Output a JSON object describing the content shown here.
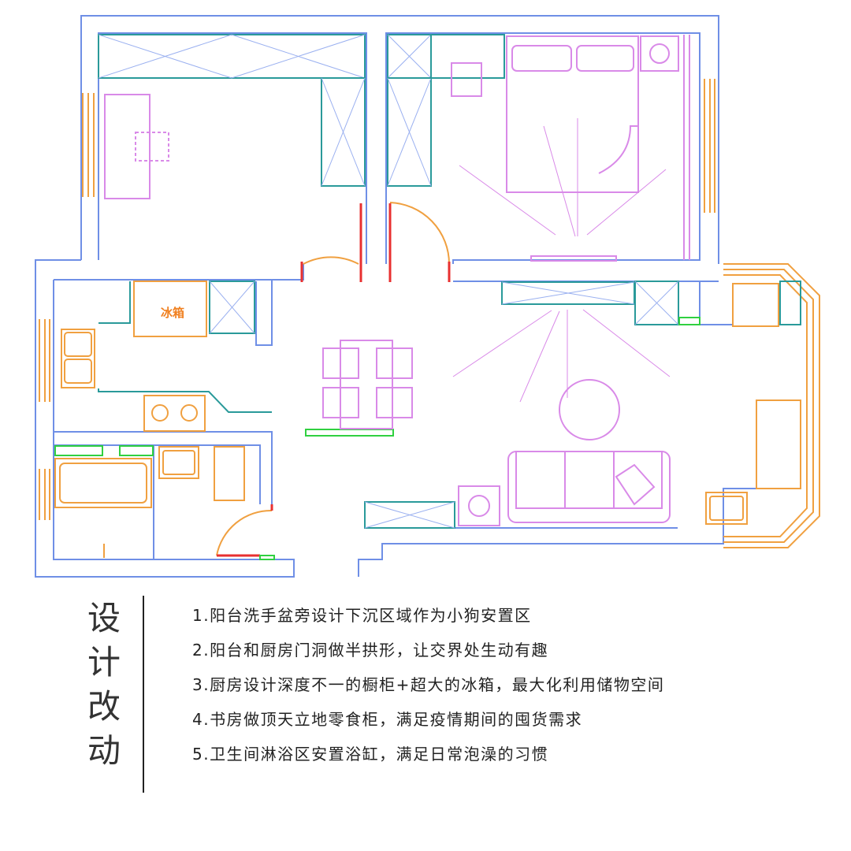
{
  "plan": {
    "fridge_label": "冰箱",
    "colors": {
      "wall": "#6f8fe6",
      "cabinet": "#2a9a9a",
      "furniture": "#d98ae8",
      "kitchen": "#f0a040",
      "door_jamb": "#e83030",
      "threshold": "#30d040"
    }
  },
  "section_title": [
    "设",
    "计",
    "改",
    "动"
  ],
  "notes": [
    "1.阳台洗手盆旁设计下沉区域作为小狗安置区",
    "2.阳台和厨房门洞做半拱形，让交界处生动有趣",
    "3.厨房设计深度不一的橱柜+超大的冰箱，最大化利用储物空间",
    "4.书房做顶天立地零食柜，满足疫情期间的囤货需求",
    "5.卫生间淋浴区安置浴缸，满足日常泡澡的习惯"
  ]
}
